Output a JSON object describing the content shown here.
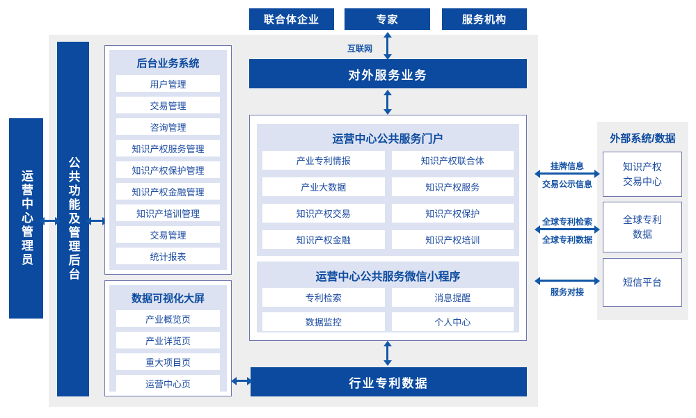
{
  "colors": {
    "primary_blue": "#0b4a9e",
    "arrow_blue": "#1257a8",
    "panel_lavender": "#dde2f2",
    "box_border": "#6d74ae",
    "background_gray": "#eeeeef",
    "item_text_blue": "#1c4ba1"
  },
  "top_actors": {
    "consortium": "联合体企业",
    "expert": "专家",
    "agency": "服务机构"
  },
  "internet_label": "互联网",
  "external_service_bar": "对外服务业务",
  "left_bars": {
    "operator_admin": "运营中心管理员",
    "public_backend": "公共功能及管理后台"
  },
  "backend_system": {
    "title": "后台业务系统",
    "items": [
      "用户管理",
      "交易管理",
      "咨询管理",
      "知识产权服务管理",
      "知识产权保护管理",
      "知识产权金融管理",
      "知识产培训管理",
      "交易管理",
      "统计报表"
    ]
  },
  "visualization": {
    "title": "数据可视化大屏",
    "items": [
      "产业概览页",
      "产业详览页",
      "重大项目页",
      "运营中心页"
    ]
  },
  "portal": {
    "title": "运营中心公共服务门户",
    "items": [
      "产业专利情报",
      "知识产权联合体",
      "产业大数据",
      "知识产权服务",
      "知识产权交易",
      "知识产权保护",
      "知识产权金融",
      "知识产权培训"
    ]
  },
  "miniprogram": {
    "title": "运营中心公共服务微信小程序",
    "items": [
      "专利检索",
      "消息提醒",
      "数据监控",
      "个人中心"
    ]
  },
  "industry_data_bar": "行业专利数据",
  "external_panel": {
    "title": "外部系统/数据",
    "systems": [
      "知识产权\n交易中心",
      "全球专利\n数据",
      "短信平台"
    ]
  },
  "link_labels": {
    "listing_top": "挂牌信息",
    "listing_bottom": "交易公示信息",
    "patent_search": "全球专利检索",
    "patent_data": "全球专利数据",
    "service_connect": "服务对接"
  }
}
